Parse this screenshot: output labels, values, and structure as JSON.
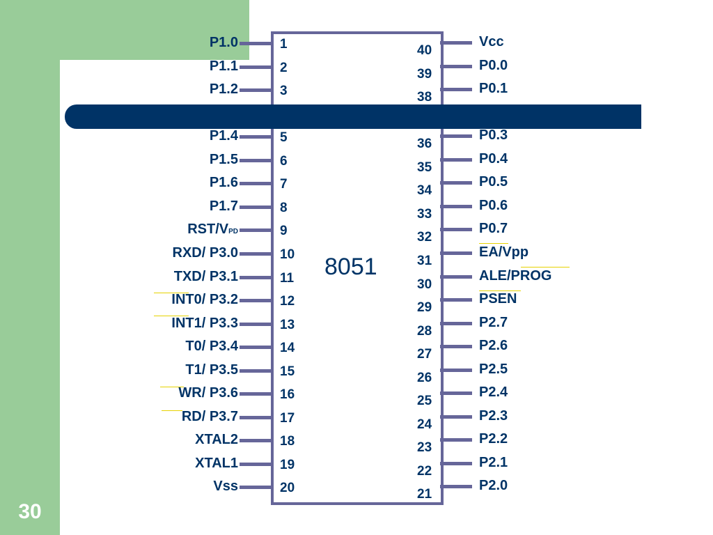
{
  "slide_number": "30",
  "chip_name": "8051",
  "left_pins": [
    {
      "name": "P1.0",
      "number": "1"
    },
    {
      "name": "P1.1",
      "number": "2"
    },
    {
      "name": "P1.2",
      "number": "3"
    },
    {
      "name": "",
      "number": ""
    },
    {
      "name": "P1.4",
      "number": "5"
    },
    {
      "name": "P1.5",
      "number": "6"
    },
    {
      "name": "P1.6",
      "number": "7"
    },
    {
      "name": "P1.7",
      "number": "8"
    },
    {
      "name": "RST/V",
      "sub": "PD",
      "number": "9"
    },
    {
      "name": "RXD/ P3.0",
      "number": "10"
    },
    {
      "name": "TXD/ P3.1",
      "number": "11"
    },
    {
      "name": "INT0/ P3.2",
      "number": "12"
    },
    {
      "name": "INT1/ P3.3",
      "number": "13"
    },
    {
      "name": "T0/  P3.4",
      "number": "14"
    },
    {
      "name": "T1/  P3.5",
      "number": "15"
    },
    {
      "name": "WR/ P3.6",
      "number": "16"
    },
    {
      "name": "RD/  P3.7",
      "number": "17"
    },
    {
      "name": "XTAL2",
      "number": "18"
    },
    {
      "name": "XTAL1",
      "number": "19"
    },
    {
      "name": "Vss",
      "number": "20"
    }
  ],
  "right_pins": [
    {
      "name": "Vcc",
      "number": "40"
    },
    {
      "name": "P0.0",
      "number": "39"
    },
    {
      "name": "P0.1",
      "number": "38"
    },
    {
      "name": "",
      "number": ""
    },
    {
      "name": "P0.3",
      "number": "36"
    },
    {
      "name": "P0.4",
      "number": "35"
    },
    {
      "name": "P0.5",
      "number": "34"
    },
    {
      "name": "P0.6",
      "number": "33"
    },
    {
      "name": "P0.7",
      "number": "32"
    },
    {
      "name": "EA/Vpp",
      "number": "31"
    },
    {
      "name": "ALE/PROG",
      "number": "30"
    },
    {
      "name": "PSEN",
      "number": "29"
    },
    {
      "name": "P2.7",
      "number": "28"
    },
    {
      "name": "P2.6",
      "number": "27"
    },
    {
      "name": "P2.5",
      "number": "26"
    },
    {
      "name": "P2.4",
      "number": "25"
    },
    {
      "name": "P2.3",
      "number": "24"
    },
    {
      "name": "P2.2",
      "number": "23"
    },
    {
      "name": "P2.1",
      "number": "22"
    },
    {
      "name": "P2.0",
      "number": "21"
    }
  ]
}
